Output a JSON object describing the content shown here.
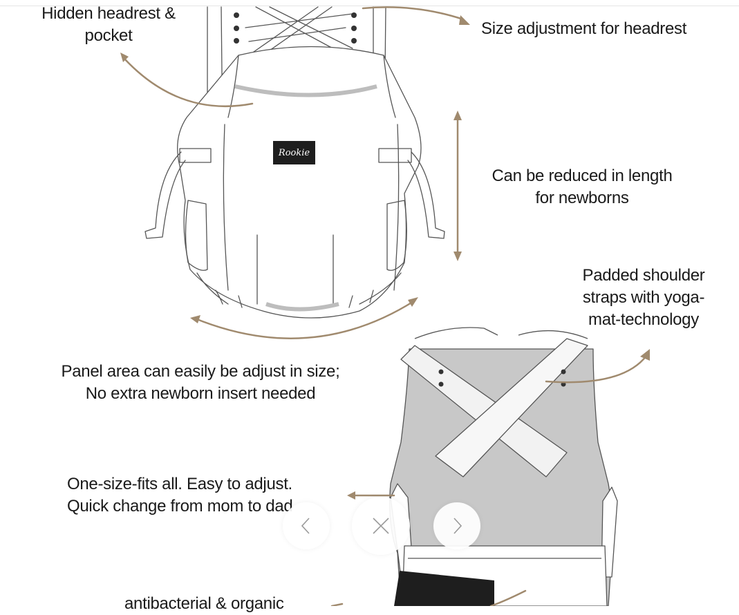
{
  "labels": {
    "headrest_pocket": [
      "Hidden headrest &",
      "pocket"
    ],
    "size_adjustment": "Size adjustment for headrest",
    "reduced_length": [
      "Can be reduced in length",
      "for newborns"
    ],
    "padded_straps": [
      "Padded shoulder",
      "straps with yoga-",
      "mat-technology"
    ],
    "panel_area": [
      "Panel area can easily be adjust in size;",
      "No extra newborn insert needed"
    ],
    "one_size": [
      "One-size-fits all. Easy to adjust.",
      "Quick change from mom to dad"
    ],
    "antibacterial": "antibacterial & organic"
  },
  "logo_text": "Rookie",
  "controls": {
    "prev_icon": "chevron-left-icon",
    "close_icon": "close-icon",
    "next_icon": "chevron-right-icon"
  },
  "colors": {
    "arrow": "#a08a6e",
    "line": "#555555",
    "shade": "#bdbdbd",
    "dark": "#1e1e1e"
  }
}
